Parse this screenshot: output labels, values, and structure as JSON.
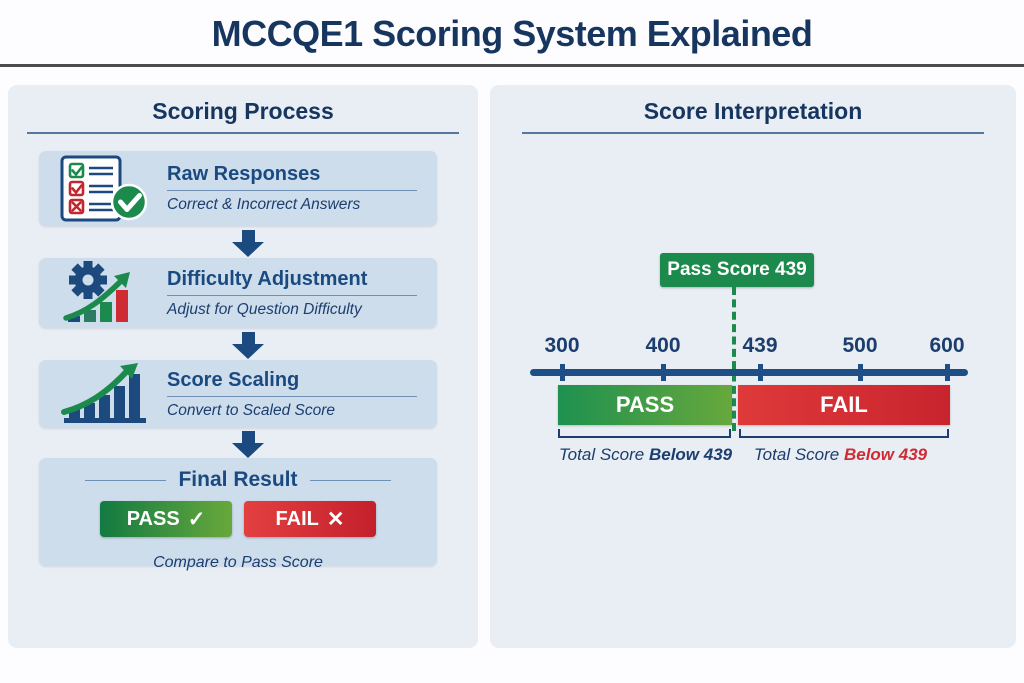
{
  "page": {
    "title": "MCCQE1 Scoring System Explained"
  },
  "left_panel": {
    "header": "Scoring Process",
    "steps": [
      {
        "icon": "checklist-icon",
        "title": "Raw Responses",
        "subtitle": "Correct & Incorrect Answers"
      },
      {
        "icon": "gear-trend-icon",
        "title": "Difficulty Adjustment",
        "subtitle": "Adjust for Question Difficulty"
      },
      {
        "icon": "growth-chart-icon",
        "title": "Score Scaling",
        "subtitle": "Convert to Scaled Score"
      }
    ],
    "final": {
      "title": "Final Result",
      "pass_label": "PASS",
      "pass_icon": "✓",
      "fail_label": "FAIL",
      "fail_icon": "✕",
      "subtitle": "Compare to Pass Score"
    }
  },
  "right_panel": {
    "header": "Score Interpretation",
    "pass_score_label": "Pass Score 439",
    "axis_ticks": [
      "300",
      "400",
      "439",
      "500",
      "600"
    ],
    "pass_bar_label": "PASS",
    "fail_bar_label": "FAIL",
    "left_caption": {
      "prefix": "Total Score",
      "bold": "Below 439"
    },
    "right_caption": {
      "prefix": "Total Score",
      "bold": "Below 439"
    }
  },
  "chart_data": {
    "type": "bar",
    "title": "Score Interpretation",
    "xlabel": "Total Score",
    "axis_ticks": [
      300,
      400,
      439,
      500,
      600
    ],
    "axis_range": [
      300,
      600
    ],
    "pass_score": 439,
    "segments": [
      {
        "label": "PASS",
        "approx_range": [
          300,
          439
        ],
        "caption": "Total Score Below 439",
        "color": "#1d8a4d"
      },
      {
        "label": "FAIL",
        "approx_range": [
          439,
          600
        ],
        "caption": "Total Score Below 439",
        "color": "#cf2b34"
      }
    ],
    "legend": "none",
    "grid": false
  },
  "colors": {
    "navy": "#1b4a80",
    "navy_dark": "#17365f",
    "navy_text": "#1c3e6e",
    "green": "#1d8a4d",
    "green_light": "#67a83c",
    "red": "#cf2b34",
    "panel_bg": "#e9edf4",
    "card_bg": "#cdddec"
  }
}
